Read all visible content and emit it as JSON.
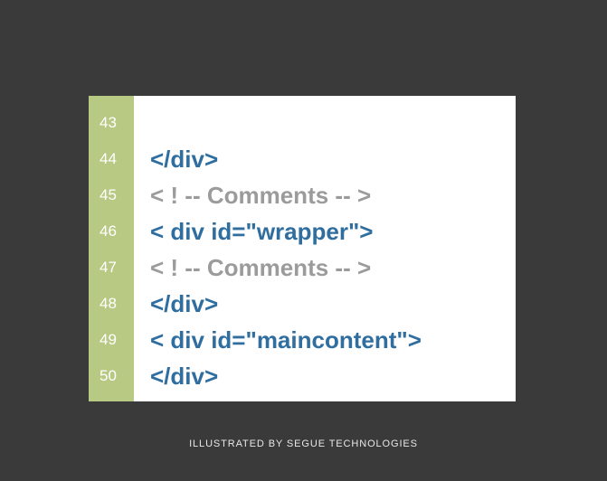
{
  "colors": {
    "background": "#3a3a3b",
    "gutter": "#b7c982",
    "panel": "#ffffff",
    "tag_blue": "#2f6e9e",
    "comment_gray": "#9b9b9b"
  },
  "code": {
    "lines": [
      {
        "number": "43",
        "text": "",
        "kind": "blue"
      },
      {
        "number": "44",
        "text": "</div>",
        "kind": "blue"
      },
      {
        "number": "45",
        "text": "< ! -- Comments -- >",
        "kind": "gray"
      },
      {
        "number": "46",
        "text": "< div id=\"wrapper\">",
        "kind": "blue"
      },
      {
        "number": "47",
        "text": "< ! -- Comments -- >",
        "kind": "gray"
      },
      {
        "number": "48",
        "text": "</div>",
        "kind": "blue"
      },
      {
        "number": "49",
        "text": "< div id=\"maincontent\">",
        "kind": "blue"
      },
      {
        "number": "50",
        "text": "</div>",
        "kind": "blue"
      }
    ]
  },
  "caption": "ILLUSTRATED BY SEGUE TECHNOLOGIES"
}
